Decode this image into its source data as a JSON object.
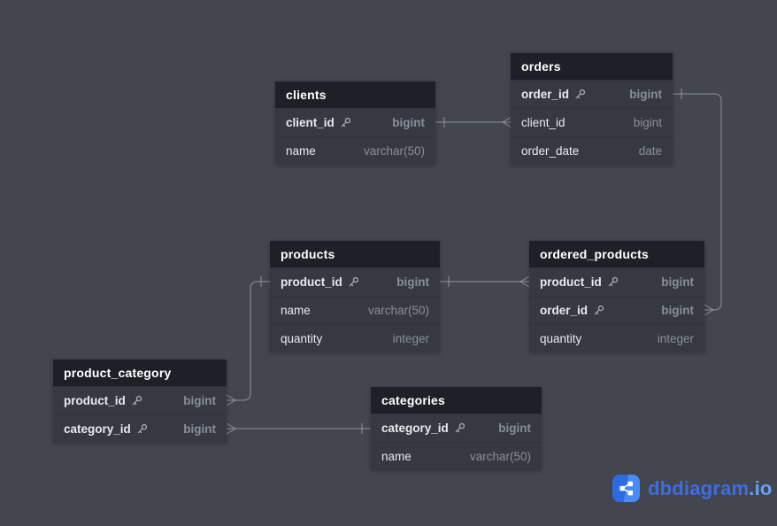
{
  "canvas": {
    "background_color": "#44464f",
    "line_color": "#9aa0a8",
    "table_header_color": "#1d2026",
    "table_row_color": "#363942"
  },
  "tables": [
    {
      "title": "clients",
      "fields": [
        {
          "name": "client_id",
          "type": "bigint",
          "pk": true
        },
        {
          "name": "name",
          "type": "varchar(50)",
          "pk": false
        }
      ]
    },
    {
      "title": "orders",
      "fields": [
        {
          "name": "order_id",
          "type": "bigint",
          "pk": true
        },
        {
          "name": "client_id",
          "type": "bigint",
          "pk": false
        },
        {
          "name": "order_date",
          "type": "date",
          "pk": false
        }
      ]
    },
    {
      "title": "products",
      "fields": [
        {
          "name": "product_id",
          "type": "bigint",
          "pk": true
        },
        {
          "name": "name",
          "type": "varchar(50)",
          "pk": false
        },
        {
          "name": "quantity",
          "type": "integer",
          "pk": false
        }
      ]
    },
    {
      "title": "ordered_products",
      "fields": [
        {
          "name": "product_id",
          "type": "bigint",
          "pk": true
        },
        {
          "name": "order_id",
          "type": "bigint",
          "pk": true
        },
        {
          "name": "quantity",
          "type": "integer",
          "pk": false
        }
      ]
    },
    {
      "title": "product_category",
      "fields": [
        {
          "name": "product_id",
          "type": "bigint",
          "pk": true
        },
        {
          "name": "category_id",
          "type": "bigint",
          "pk": true
        }
      ]
    },
    {
      "title": "categories",
      "fields": [
        {
          "name": "category_id",
          "type": "bigint",
          "pk": true
        },
        {
          "name": "name",
          "type": "varchar(50)",
          "pk": false
        }
      ]
    }
  ],
  "relationships": [
    {
      "one": "clients.client_id",
      "many": "orders.client_id"
    },
    {
      "one": "orders.order_id",
      "many": "ordered_products.order_id"
    },
    {
      "one": "products.product_id",
      "many": "ordered_products.product_id"
    },
    {
      "one": "products.product_id",
      "many": "product_category.product_id"
    },
    {
      "one": "categories.category_id",
      "many": "product_category.category_id"
    }
  ],
  "branding": {
    "logo_text": "dbdiagram",
    "logo_suffix": ".io",
    "logo_color": "#3e6ce2",
    "suffix_color": "#64a3f7",
    "icon_color": "#2b6ce2"
  }
}
